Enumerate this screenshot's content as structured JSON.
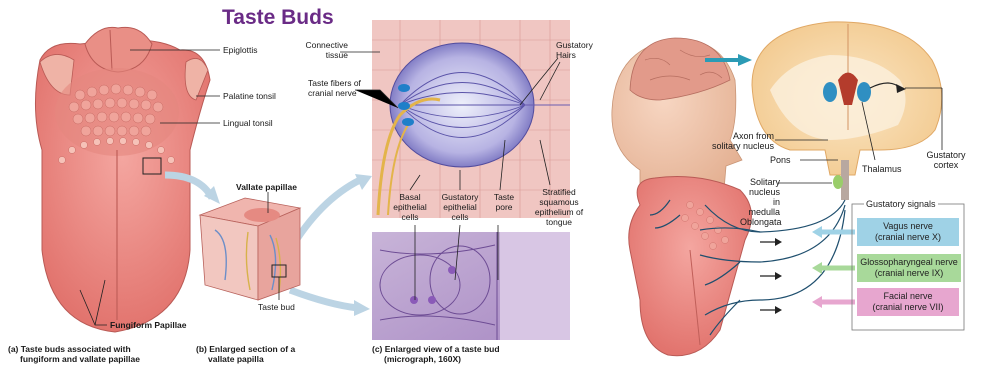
{
  "left": {
    "title": "Taste Buds",
    "labels": {
      "epiglottis": "Epiglottis",
      "palatine_tonsil": "Palatine tonsil",
      "lingual_tonsil": "Lingual tonsil",
      "fungiform": "Fungiform Papillae",
      "vallate": "Vallate papillae",
      "taste_bud": "Taste bud",
      "connective_tissue": "Connective tissue",
      "taste_fibers": "Taste fibers of cranial nerve",
      "gustatory_hairs": "Gustatory Hairs",
      "basal_cells": "Basal epithelial cells",
      "gustatory_cells": "Gustatory epithelial cells",
      "taste_pore": "Taste pore",
      "stratified": "Stratified squamous epithelium of tongue"
    },
    "captions": {
      "a_line1": "(a) Taste buds associated with",
      "a_line2": "fungiform and vallate papillae",
      "b_line1": "(b) Enlarged section of a",
      "b_line2": "vallate papilla",
      "c_line1": "(c) Enlarged view of a taste bud",
      "c_line2": "(micrograph, 160X)"
    }
  },
  "right": {
    "labels": {
      "axon": "Axon from solitary nucleus",
      "pons": "Pons",
      "thalamus": "Thalamus",
      "gustatory_cortex": "Gustatory cortex",
      "solitary": "Solitary nucleus in medulla Oblongata",
      "gustatory_signals": "Gustatory signals"
    },
    "nerves": [
      {
        "line1": "Vagus nerve",
        "line2": "(cranial nerve X)",
        "color": "#9fd2e6"
      },
      {
        "line1": "Glossopharyngeal nerve",
        "line2": "(cranial nerve IX)",
        "color": "#a8d99a"
      },
      {
        "line1": "Facial nerve",
        "line2": "(cranial nerve VII)",
        "color": "#e7a6cf"
      }
    ]
  }
}
